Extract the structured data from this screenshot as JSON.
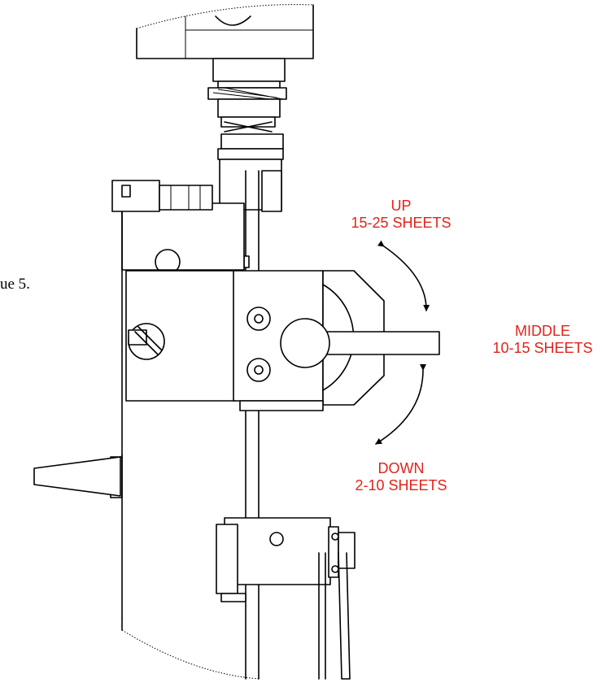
{
  "side_text": "ue 5.",
  "positions": {
    "up": {
      "name": "UP",
      "range": "15-25 SHEETS"
    },
    "middle": {
      "name": "MIDDLE",
      "range": "10-15 SHEETS"
    },
    "down": {
      "name": "DOWN",
      "range": "2-10 SHEETS"
    }
  },
  "colors": {
    "label": "#e2231a",
    "line": "#000000"
  },
  "icons": [
    "double-arrow-icon",
    "screw-icon",
    "lever-knob-icon"
  ]
}
